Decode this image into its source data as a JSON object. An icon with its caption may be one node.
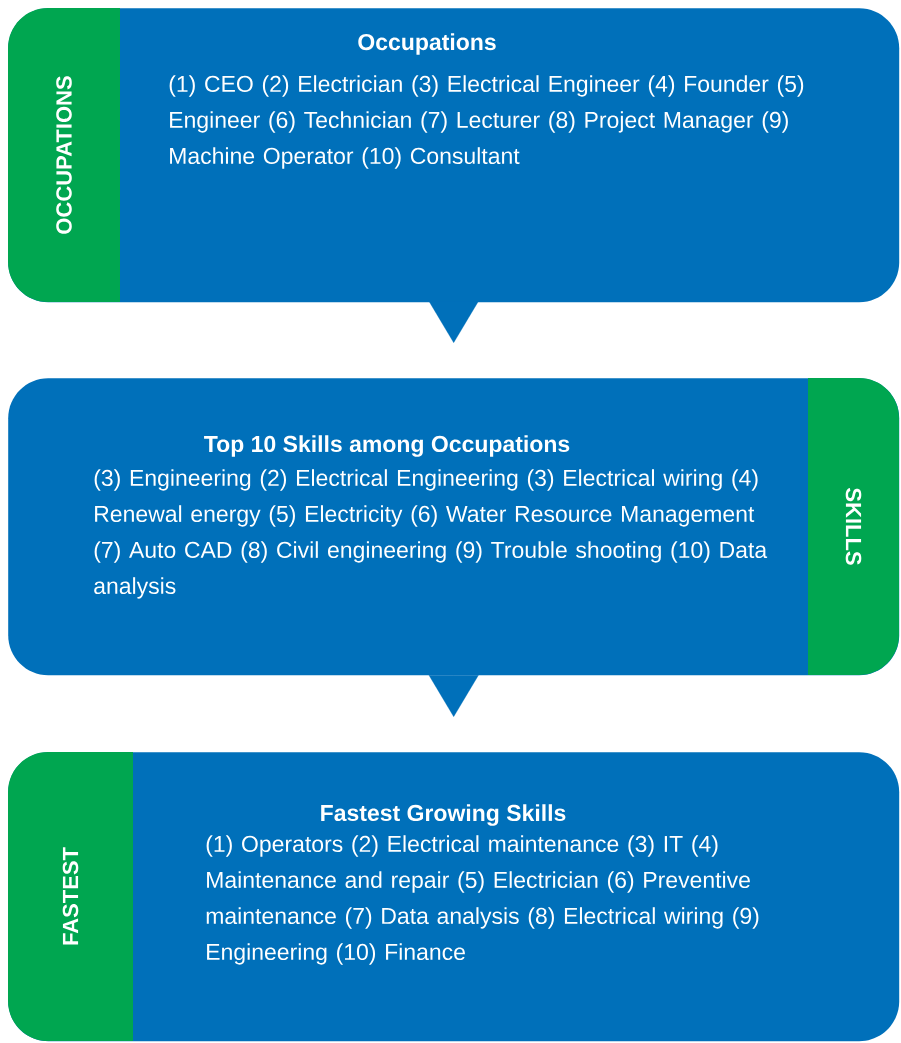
{
  "diagram": {
    "nodes": [
      {
        "text": [
          "Occupations",
          "(1) CEO (2) Electrician (3) Electrical Engineer (4) Founder (5) Engineer (6) Technician (7) Lecturer (8) Project Manager (9) Machine Operator (10) Consultant"
        ]
      },
      {
        "text": [
          "OCCUPATIONS"
        ],
        "in": 0
      },
      {
        "text": [
          "Top 10 Skills among Occupations",
          "(3) Engineering (2) Electrical Engineering (3) Electrical wiring (4) Renewal energy (5) Electricity (6) Water Resource Management (7) Auto CAD (8) Civil engineering (9) Trouble shooting (10) Data analysis"
        ]
      },
      {
        "text": [
          "SKILLS"
        ],
        "in": 2
      },
      {
        "text": [
          "Fastest Growing Skills",
          "(1) Operators (2) Electrical maintenance (3) IT (4) Maintenance and repair (5) Electrician (6) Preventive maintenance (7) Data analysis (8) Electrical wiring (9) Engineering (10) Finance"
        ]
      },
      {
        "text": [
          "FASTEST"
        ],
        "in": 4
      }
    ],
    "edges": [
      {
        "from": 0,
        "to": 2,
        "arrow": "to"
      },
      {
        "from": 2,
        "to": 4,
        "arrow": "to"
      }
    ]
  }
}
